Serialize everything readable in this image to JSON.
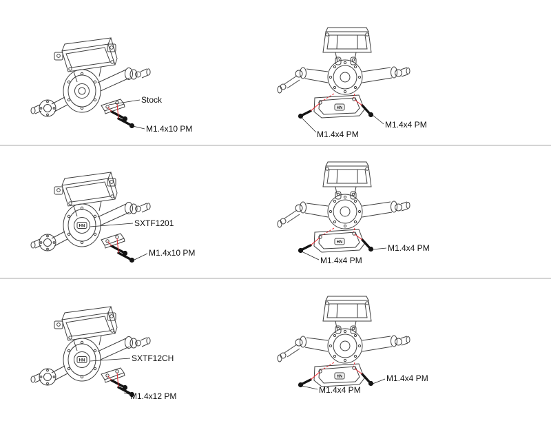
{
  "document": {
    "type": "exploded-assembly-instruction-sheet",
    "subject": "RC crawler axle link-mount and skid-plate installation"
  },
  "colors": {
    "background": "#ffffff",
    "line_art": "#3f3f3f",
    "accent_red": "#ed1c24",
    "label_text": "#111111",
    "divider": "#aaaaaa"
  },
  "logo_text": "HN",
  "rows": [
    {
      "name": "stock",
      "left": {
        "part_label": "Stock",
        "screw_label": "M1.4x10 PM"
      },
      "right": {
        "screw_label_side": "M1.4x4 PM",
        "screw_label_bottom": "M1.4x4 PM"
      }
    },
    {
      "name": "sxtf1201",
      "left": {
        "part_label": "SXTF1201",
        "screw_label": "M1.4x10 PM"
      },
      "right": {
        "screw_label_side": "M1.4x4 PM",
        "screw_label_bottom": "M1.4x4 PM"
      }
    },
    {
      "name": "sxtf12ch",
      "left": {
        "part_label": "SXTF12CH",
        "screw_label": "M1.4x12 PM"
      },
      "right": {
        "screw_label_side": "M1.4x4 PM",
        "screw_label_bottom": "M1.4x4 PM"
      }
    }
  ]
}
